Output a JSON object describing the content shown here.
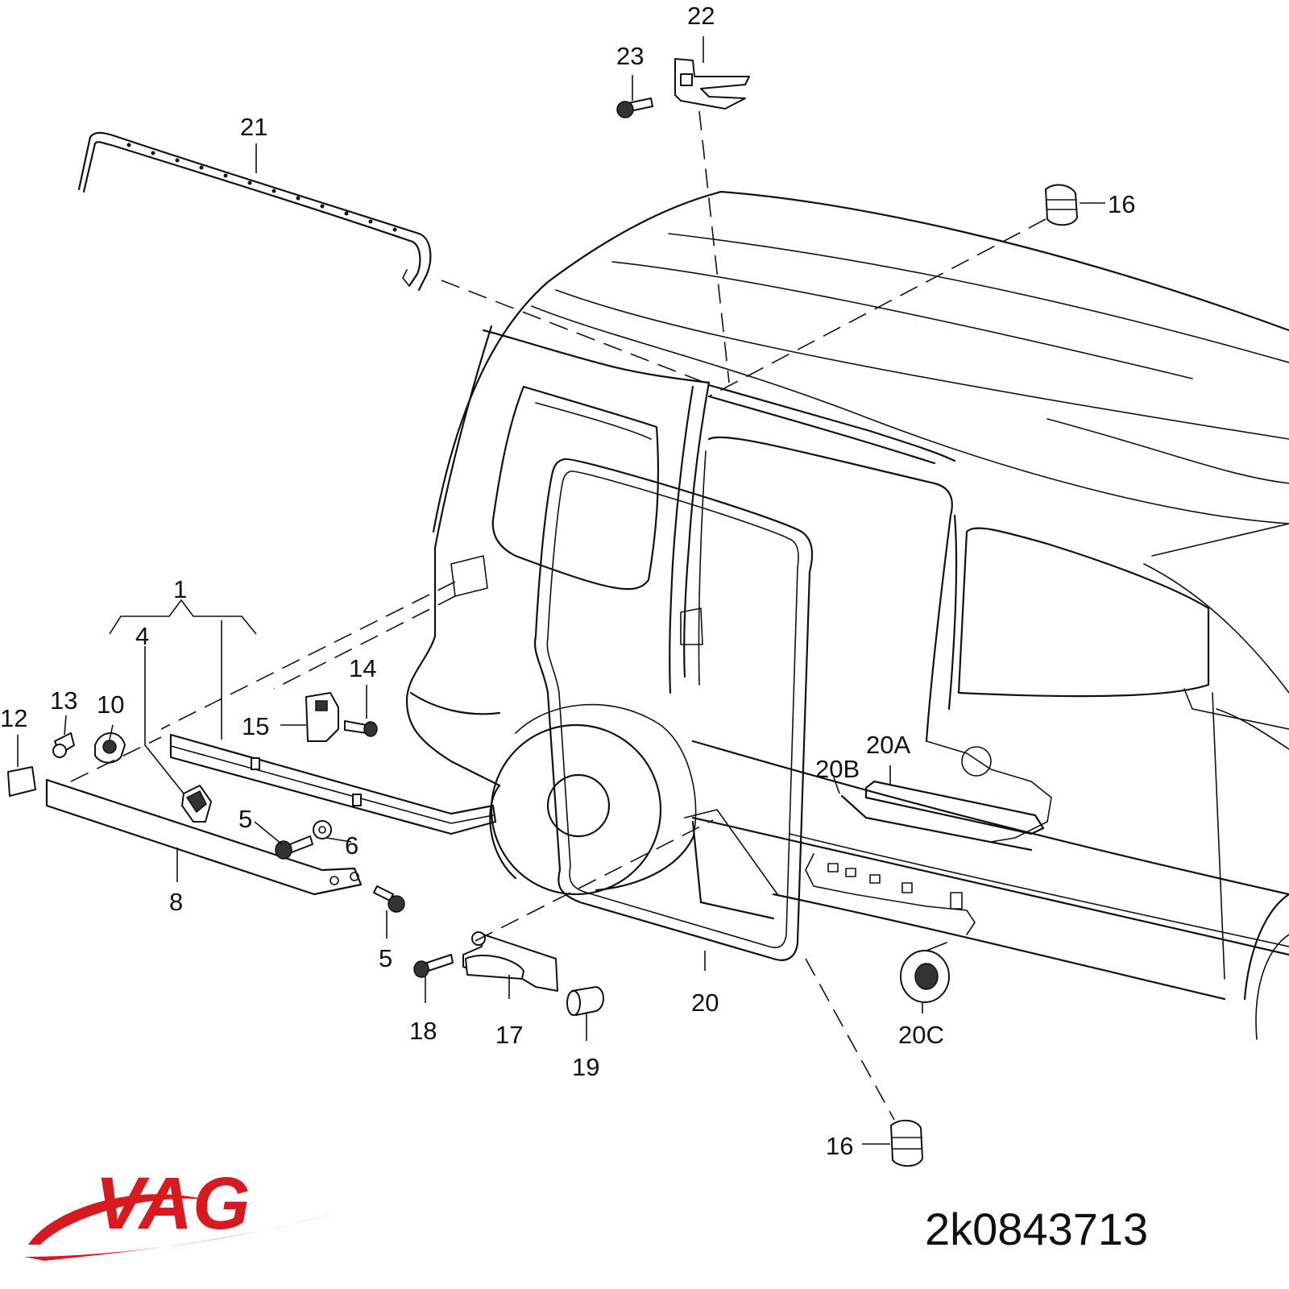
{
  "brand": {
    "name": "VAG",
    "color": "#d71920"
  },
  "part_number": "2k0843713",
  "callouts": {
    "c1": "1",
    "c4": "4",
    "c5a": "5",
    "c5b": "5",
    "c6": "6",
    "c8": "8",
    "c10": "10",
    "c12": "12",
    "c13": "13",
    "c14": "14",
    "c15": "15",
    "c16a": "16",
    "c16b": "16",
    "c17": "17",
    "c18": "18",
    "c19": "19",
    "c20": "20",
    "c20a": "20A",
    "c20b": "20B",
    "c20c": "20C",
    "c21": "21",
    "c22": "22",
    "c23": "23"
  }
}
